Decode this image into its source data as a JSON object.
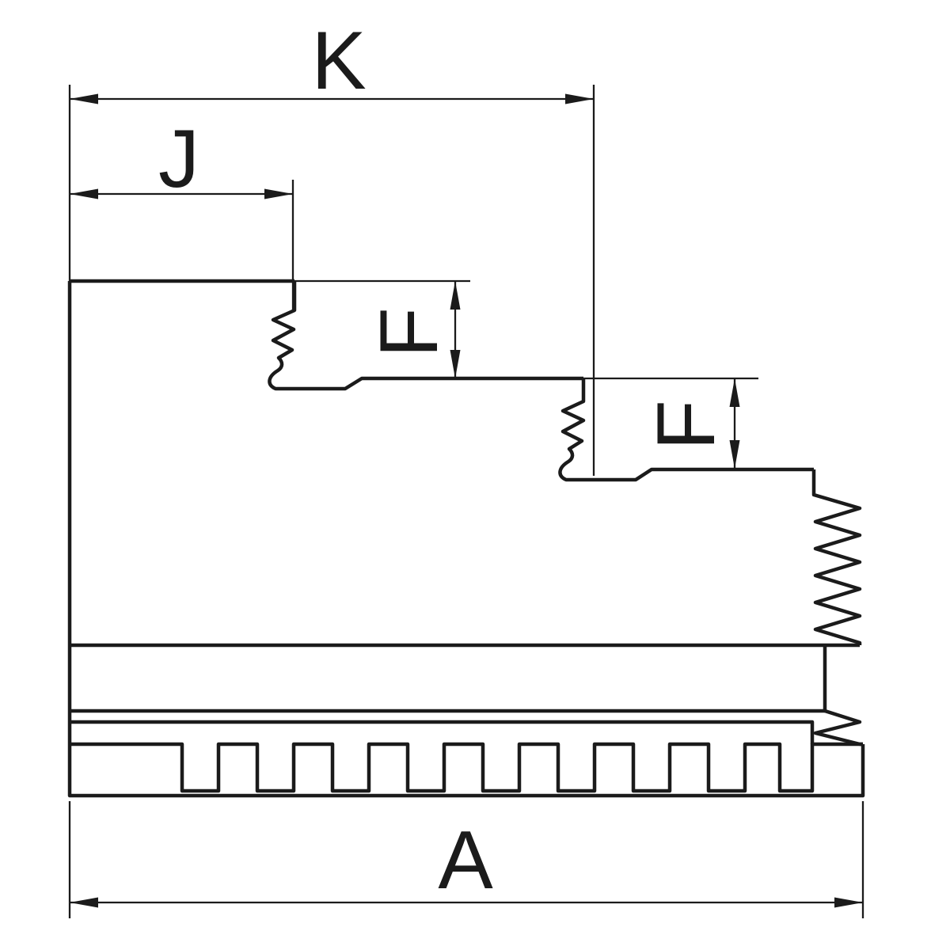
{
  "colors": {
    "line": "#1b1b1b",
    "background": "#ffffff"
  },
  "labels": {
    "k": "K",
    "j": "J",
    "f_upper": "F",
    "f_lower": "F",
    "a": "A"
  }
}
